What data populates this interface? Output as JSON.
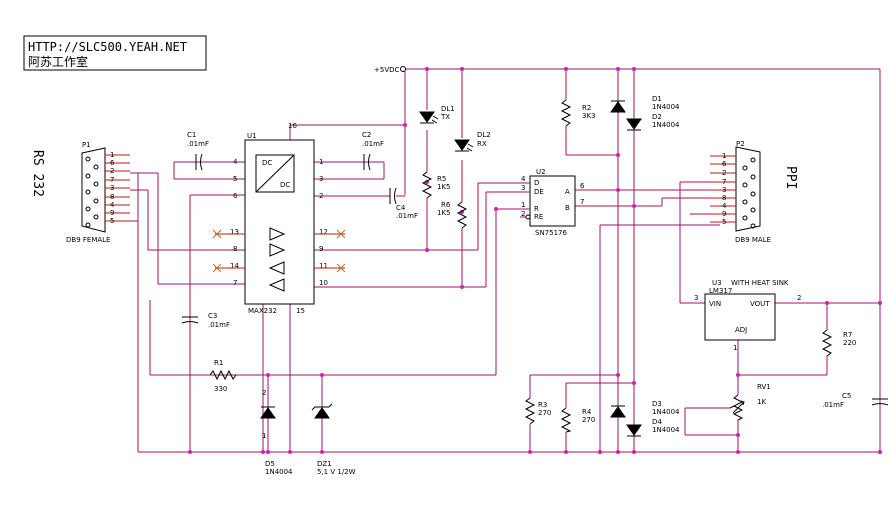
{
  "header": {
    "url": "HTTP://SLC500.YEAH.NET",
    "studio": "阿苏工作室"
  },
  "side_labels": {
    "left": "RS 232",
    "right": "PPI"
  },
  "power": {
    "vcc": "+5VDC"
  },
  "connectors": {
    "p1": {
      "ref": "P1",
      "type": "DB9 FEMALE",
      "pins": [
        "1",
        "6",
        "2",
        "7",
        "3",
        "8",
        "4",
        "9",
        "5"
      ]
    },
    "p2": {
      "ref": "P2",
      "type": "DB9 MALE",
      "pins": [
        "1",
        "6",
        "2",
        "7",
        "3",
        "8",
        "4",
        "9",
        "5"
      ]
    }
  },
  "u1": {
    "ref": "U1",
    "part": "MAX232",
    "pin16": "16",
    "pin15": "15",
    "left_pins": [
      "4",
      "5",
      "6",
      "13",
      "8",
      "14",
      "7"
    ],
    "right_pins": [
      "1",
      "3",
      "2",
      "12",
      "9",
      "11",
      "10"
    ],
    "dc_top": "DC",
    "dc_bottom": "DC"
  },
  "u2": {
    "ref": "U2",
    "part": "SN75176",
    "pins_left": [
      "4",
      "3",
      "1",
      "2"
    ],
    "pins_right": [
      "6",
      "7"
    ],
    "labels": [
      "D",
      "DE",
      "R",
      "RE",
      "A",
      "B"
    ]
  },
  "u3": {
    "ref": "U3",
    "part": "LM317",
    "note": "WITH HEAT SINK",
    "vin": "VIN",
    "vout": "VOUT",
    "adj": "ADJ",
    "pin_vin": "3",
    "pin_vout": "2",
    "pin_adj": "1"
  },
  "capacitors": [
    {
      "ref": "C1",
      "value": ".01mF"
    },
    {
      "ref": "C2",
      "value": ".01mF"
    },
    {
      "ref": "C3",
      "value": ".01mF"
    },
    {
      "ref": "C4",
      "value": ".01mF"
    },
    {
      "ref": "C5",
      "value": ".01mF"
    }
  ],
  "resistors": [
    {
      "ref": "R1",
      "value": "330"
    },
    {
      "ref": "R2",
      "value": "3K3"
    },
    {
      "ref": "R3",
      "value": "270"
    },
    {
      "ref": "R4",
      "value": "270"
    },
    {
      "ref": "R5",
      "value": "1K5"
    },
    {
      "ref": "R6",
      "value": "1K5"
    },
    {
      "ref": "R7",
      "value": "220"
    },
    {
      "ref": "RV1",
      "value": "1K"
    }
  ],
  "leds": [
    {
      "ref": "DL1",
      "label": "TX"
    },
    {
      "ref": "DL2",
      "label": "RX"
    }
  ],
  "diodes": [
    {
      "ref": "D1",
      "value": "1N4004"
    },
    {
      "ref": "D2",
      "value": "1N4004"
    },
    {
      "ref": "D3",
      "value": "1N4004"
    },
    {
      "ref": "D4",
      "value": "1N4004"
    },
    {
      "ref": "D5",
      "value": "1N4004"
    },
    {
      "ref": "DZ1",
      "value": "5,1 V 1/2W"
    }
  ]
}
